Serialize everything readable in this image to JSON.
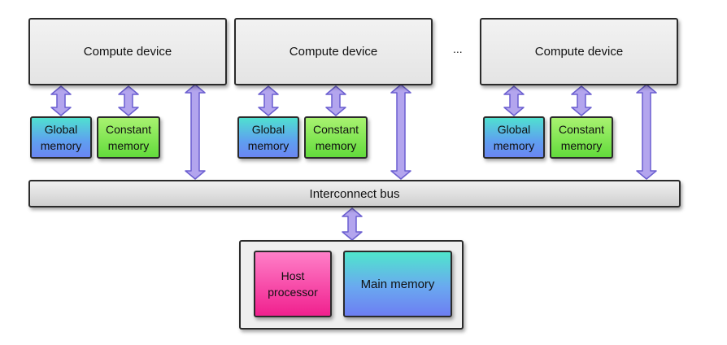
{
  "devices": [
    {
      "label": "Compute device",
      "global_memory": "Global\nmemory",
      "constant_memory": "Constant\nmemory"
    },
    {
      "label": "Compute device",
      "global_memory": "Global\nmemory",
      "constant_memory": "Constant\nmemory"
    },
    {
      "label": "Compute device",
      "global_memory": "Global\nmemory",
      "constant_memory": "Constant\nmemory"
    }
  ],
  "ellipsis": "...",
  "bus": {
    "label": "Interconnect bus"
  },
  "host": {
    "processor": "Host\nprocessor",
    "main_memory": "Main memory"
  },
  "colors": {
    "arrow_fill": "#b3a5ee",
    "arrow_stroke": "#6b5fd0",
    "global_memory": "#5f9ff0",
    "constant_memory": "#63db3c",
    "host_processor": "#f0208e",
    "main_memory": "#6aa8f0",
    "device": "#e9e9e9"
  }
}
